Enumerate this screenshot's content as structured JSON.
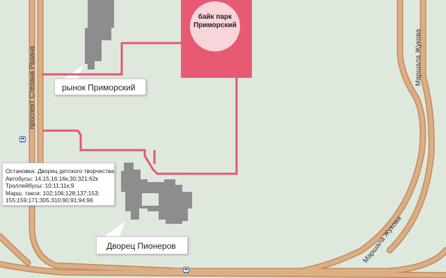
{
  "colors": {
    "background": "#dfe8dd",
    "road": "#d9a67a",
    "road_edge": "#b47e55",
    "route": "#e25772",
    "park_fill": "#e85a74",
    "park_circle": "#f7d5da",
    "building": "#8d8d8d",
    "label_bg": "#ffffff"
  },
  "park": {
    "title_line1": "байк парк",
    "title_line2": "Приморский"
  },
  "labels": {
    "rynok": "рынок Приморский",
    "dvorec": "Дворец Пионеров"
  },
  "streets": {
    "razina": "проспект Степана Разина",
    "zhukova_top": "Маршала Жукова",
    "zhukova_bottom": "Маршала Жукова"
  },
  "stop": {
    "name": "Остановка: Дворец детского творчества",
    "buses": "Автобусы: 14;15;16;16к;30;321;62к",
    "trolleybuses": "Троллейбусы: 10;11;11к;9",
    "taxi_line1": "Марш. такси: 102;106;128;137;153;",
    "taxi_line2": "155;159;171;305;310;90;91;94;96"
  },
  "icons": {
    "bus_stop_1": "bus-stop-icon",
    "bus_stop_2": "bus-stop-icon"
  }
}
